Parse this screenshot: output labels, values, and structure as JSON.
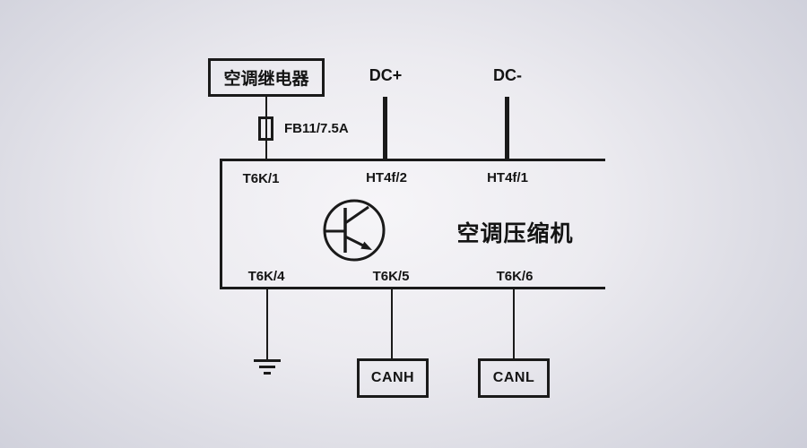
{
  "colors": {
    "line": "#1a1a1a",
    "background_center": "#f6f5f8",
    "background_edge": "#cdced9"
  },
  "relay": {
    "label": "空调继电器"
  },
  "fuse": {
    "label": "FB11/7.5A",
    "icon": "fuse-icon"
  },
  "power": {
    "dc_plus": "DC+",
    "dc_minus": "DC-"
  },
  "compressor": {
    "label": "空调压缩机",
    "terminals_top": [
      "T6K/1",
      "HT4f/2",
      "HT4f/1"
    ],
    "terminals_bottom": [
      "T6K/4",
      "T6K/5",
      "T6K/6"
    ],
    "icon": "npn-transistor-icon"
  },
  "ground": {
    "icon": "ground-icon"
  },
  "can": {
    "high": "CANH",
    "low": "CANL"
  }
}
